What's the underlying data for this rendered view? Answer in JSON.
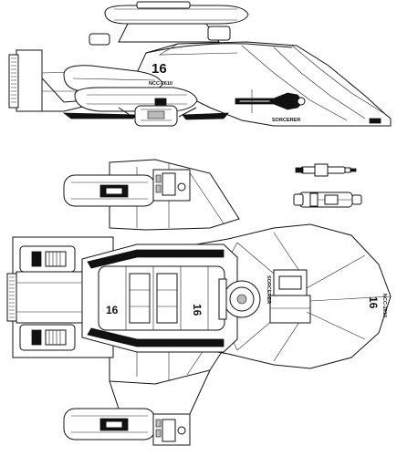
{
  "side_view": {
    "hull_number": "16",
    "registry": "NCC-2610",
    "ship_name": "SORCERER"
  },
  "top_view": {
    "hull_number_left": "16",
    "hull_number_right": "16",
    "hull_number_nose": "16",
    "registry_nose": "NCC-2610",
    "ship_name_vertical": "SORCERER"
  }
}
